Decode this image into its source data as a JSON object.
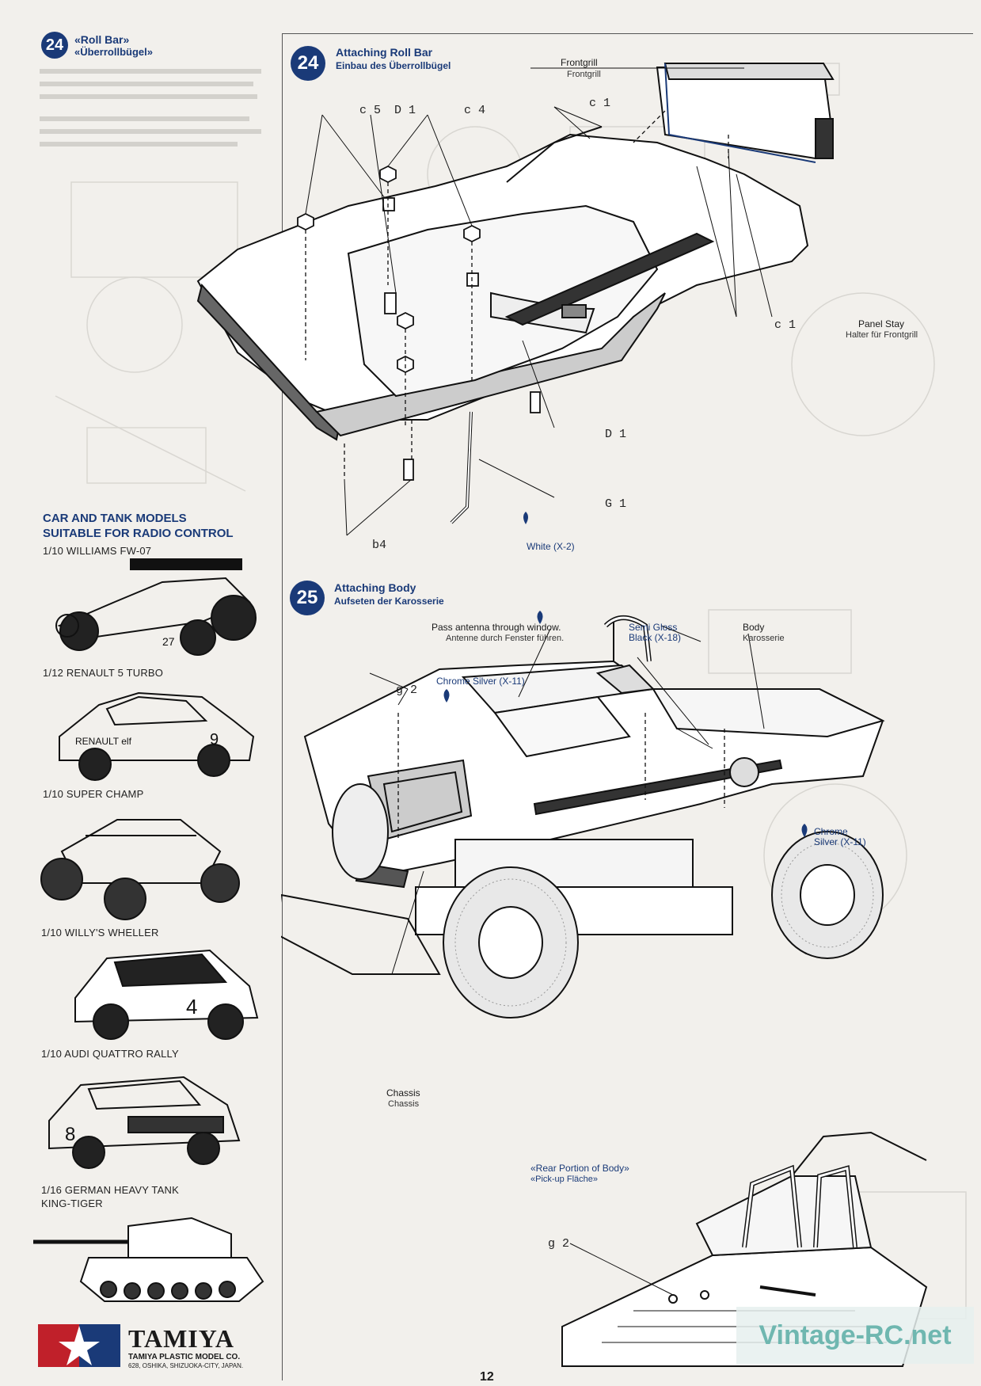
{
  "sidebar": {
    "step_number": "24",
    "step_title_en": "«Roll Bar»",
    "step_title_de": "«Überrollbügel»",
    "models_heading_1": "CAR AND TANK MODELS",
    "models_heading_2": "SUITABLE FOR RADIO CONTROL",
    "models": [
      {
        "name": "1/10 WILLIAMS FW-07"
      },
      {
        "name": "1/12 RENAULT 5 TURBO"
      },
      {
        "name": "1/10 SUPER CHAMP"
      },
      {
        "name": "1/10 WILLY'S WHELLER"
      },
      {
        "name": "1/10 AUDI QUATTRO RALLY"
      },
      {
        "name": "1/16 GERMAN HEAVY TANK",
        "name2": "KING-TIGER"
      }
    ],
    "brand": "TAMIYA",
    "brand_company": "TAMIYA PLASTIC MODEL CO.",
    "brand_address": "628, OSHIKA, SHIZUOKA-CITY, JAPAN."
  },
  "step24": {
    "number": "24",
    "title_en": "Attaching Roll Bar",
    "title_de": "Einbau des Überrollbügel",
    "labels": {
      "c5": "c 5",
      "d1_top": "D 1",
      "c4": "c 4",
      "c1_top": "c 1",
      "c1_bottom": "c 1",
      "d1_bottom": "D 1",
      "g1": "G 1",
      "b4": "b4"
    },
    "frontgrill_en": "Frontgrill",
    "frontgrill_de": "Frontgrill",
    "panel_stay_en": "Panel Stay",
    "panel_stay_de": "Halter für Frontgrill",
    "paint_white": "White (X-2)"
  },
  "step25": {
    "number": "25",
    "title_en": "Attaching Body",
    "title_de": "Aufseten der Karosserie",
    "antenna_en": "Pass antenna through window.",
    "antenna_de": "Antenne durch Fenster führen.",
    "semi_gloss": "Semi Gloss",
    "semi_gloss_2": "Black (X-18)",
    "body_en": "Body",
    "body_de": "Karosserie",
    "chrome_top": "Chrome Silver (X-11)",
    "chrome_right_1": "Chrome",
    "chrome_right_2": "Silver (X-11)",
    "g2": "g 2",
    "chassis_en": "Chassis",
    "chassis_de": "Chassis"
  },
  "rear": {
    "title_en": "«Rear Portion of Body»",
    "title_de": "«Pick-up Fläche»",
    "g2": "g 2"
  },
  "page_number": "12",
  "watermark": "Vintage-RC.net"
}
